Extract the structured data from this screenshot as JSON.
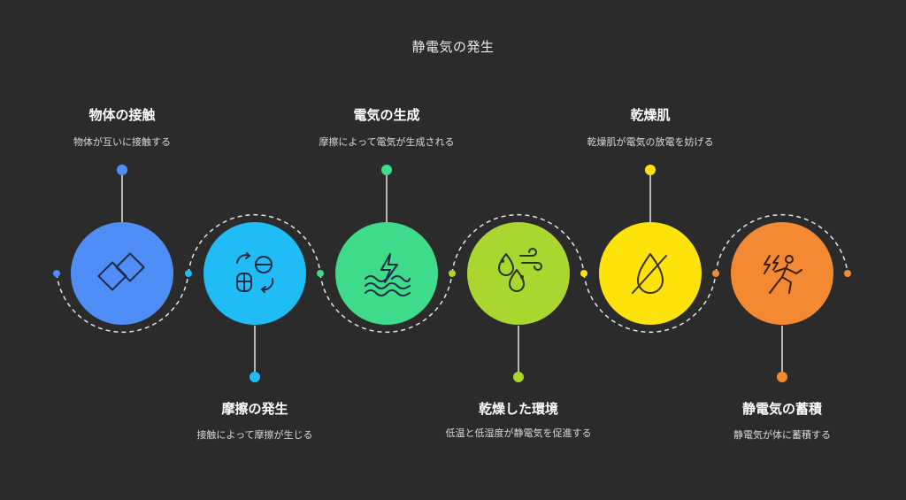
{
  "title": "静電気の発生",
  "steps": [
    {
      "title": "物体の接触",
      "description": "物体が互いに接触する",
      "color": "#4f8ef7",
      "icon": "touching-squares-icon",
      "label_side": "top"
    },
    {
      "title": "摩擦の発生",
      "description": "接触によって摩擦が生じる",
      "color": "#1fbcf5",
      "icon": "friction-rotation-icon",
      "label_side": "bottom"
    },
    {
      "title": "電気の生成",
      "description": "摩擦によって電気が生成される",
      "color": "#3ddb8a",
      "icon": "lightning-waves-icon",
      "label_side": "top"
    },
    {
      "title": "乾燥した環境",
      "description": "低温と低湿度が静電気を促進する",
      "color": "#a9d62f",
      "icon": "droplets-wind-icon",
      "label_side": "bottom"
    },
    {
      "title": "乾燥肌",
      "description": "乾燥肌が電気の放電を妨げる",
      "color": "#fde20b",
      "icon": "no-water-drop-icon",
      "label_side": "top"
    },
    {
      "title": "静電気の蓄積",
      "description": "静電気が体に蓄積する",
      "color": "#f38a33",
      "icon": "person-shock-icon",
      "label_side": "bottom"
    }
  ]
}
